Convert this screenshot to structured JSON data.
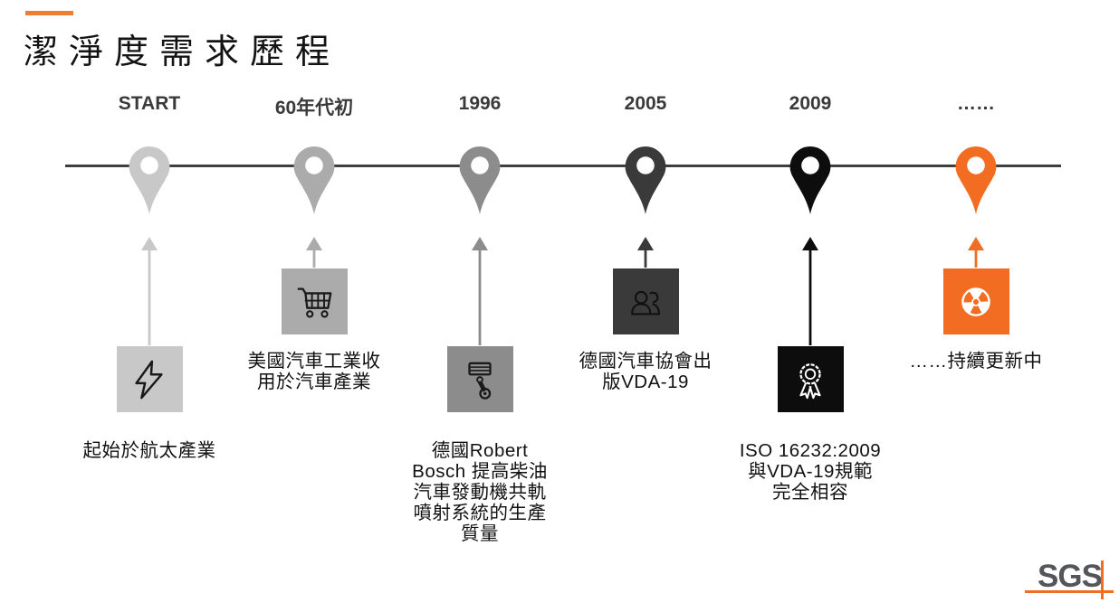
{
  "slide": {
    "title": {
      "text": "潔淨度需求歷程",
      "color": "#141414",
      "accent_bar_color": "#ED7D31"
    },
    "timeline": {
      "line_color": "#3F3F3F",
      "label_color": "#3A3A3A",
      "text_color": "#111111",
      "milestones": [
        {
          "label": "START",
          "color": "#C8C8C8",
          "arrow": "long",
          "icon": "lightning-icon",
          "icon_color": "#1A1A1A",
          "lines": [
            "起始於航太產業"
          ]
        },
        {
          "label": "60年代初",
          "color": "#ABABAB",
          "arrow": "short",
          "icon": "shopping-cart-icon",
          "icon_color": "#1A1A1A",
          "lines": [
            "美國汽車工業收",
            "用於汽車產業"
          ]
        },
        {
          "label": "1996",
          "color": "#8C8C8C",
          "arrow": "long",
          "icon": "piston-icon",
          "icon_color": "#1A1A1A",
          "lines": [
            "德國Robert",
            "Bosch 提高柴油",
            "汽車發動機共軌",
            "噴射系統的生產",
            "質量"
          ]
        },
        {
          "label": "2005",
          "color": "#3A3A3A",
          "arrow": "short",
          "icon": "people-icon",
          "icon_color": "#111111",
          "lines": [
            "德國汽車協會出",
            "版VDA-19"
          ]
        },
        {
          "label": "2009",
          "color": "#0D0D0D",
          "arrow": "long",
          "icon": "award-ribbon-icon",
          "icon_color": "#FFFFFF",
          "lines": [
            "ISO 16232:2009",
            "與VDA-19規範",
            "完全相容"
          ]
        },
        {
          "label": "……",
          "color": "#F26C21",
          "arrow": "short",
          "icon": "radiation-icon",
          "icon_color": "#FFFFFF",
          "lines": [
            "……持續更新中"
          ]
        }
      ]
    },
    "logo": {
      "text": "SGS",
      "color": "#55565B",
      "accent_color": "#F26C21"
    }
  }
}
